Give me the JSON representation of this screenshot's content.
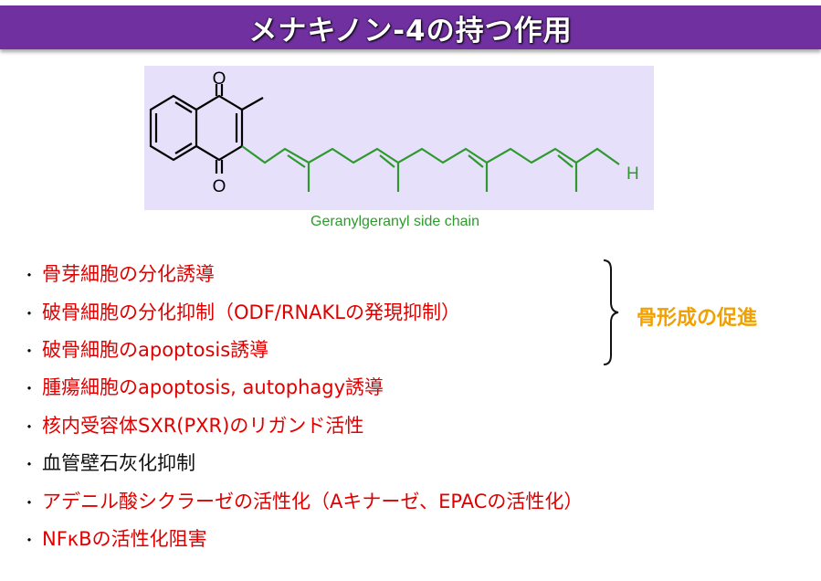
{
  "title": "メナキノン-4の持つ作用",
  "structure": {
    "atom_labels": {
      "oxygen_top": "O",
      "oxygen_bottom": "O",
      "hydrogen": "H"
    },
    "caption": "Geranylgeranyl side chain",
    "colors": {
      "core": "#000000",
      "side_chain": "#2e9a2e",
      "background": "#e7e0fb"
    }
  },
  "items": [
    {
      "text": "骨芽細胞の分化誘導",
      "color": "red"
    },
    {
      "text": "破骨細胞の分化抑制（ODF/RNAKLの発現抑制）",
      "color": "red"
    },
    {
      "text": "破骨細胞のapoptosis誘導",
      "color": "red"
    },
    {
      "text": "腫瘍細胞のapoptosis, autophagy誘導",
      "color": "red"
    },
    {
      "text": "核内受容体SXR(PXR)のリガンド活性",
      "color": "red"
    },
    {
      "text": "血管壁石灰化抑制",
      "color": "black"
    },
    {
      "text": "アデニル酸シクラーゼの活性化（Aキナーゼ、EPACの活性化）",
      "color": "red"
    },
    {
      "text": "NFκBの活性化阻害",
      "color": "red"
    }
  ],
  "bullet": "・",
  "group_summary": "骨形成の促進",
  "colors": {
    "title_bar": "#7030a0",
    "accent_red": "#e00000",
    "summary_orange": "#f0a000"
  }
}
